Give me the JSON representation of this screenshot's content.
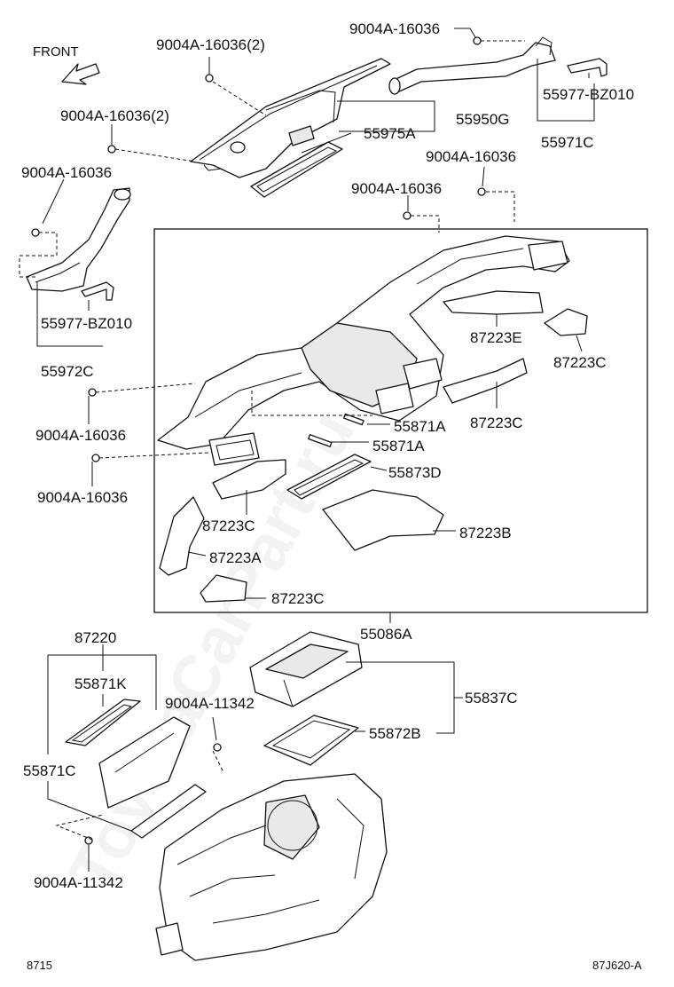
{
  "direction_label": "FRONT",
  "watermark": "ToyotaCarPart.ru",
  "page_code_left": "8715",
  "page_code_right": "87J620-A",
  "callouts": {
    "bolt_a": "9004A-16036",
    "bolt_b": "9004A-16036(2)",
    "bolt_c": "9004A-16036(2)",
    "bolt_d": "9004A-16036",
    "bolt_e": "9004A-16036",
    "bolt_f": "9004A-16036",
    "bolt_g": "9004A-16036",
    "bolt_h": "9004A-16036",
    "bolt_i": "9004A-11342",
    "bolt_j": "9004A-11342",
    "p55977_right": "55977-BZ010",
    "p55977_left": "55977-BZ010",
    "p55950G": "55950G",
    "p55975A": "55975A",
    "p55971C": "55971C",
    "p55972C": "55972C",
    "p87223E": "87223E",
    "p87223C_1": "87223C",
    "p87223C_2": "87223C",
    "p87223C_3": "87223C",
    "p87223C_4": "87223C",
    "p87223B": "87223B",
    "p87223A": "87223A",
    "p55871A_1": "55871A",
    "p55871A_2": "55871A",
    "p55873D": "55873D",
    "p55086A": "55086A",
    "p87220": "87220",
    "p55871K": "55871K",
    "p55871C": "55871C",
    "p55837C": "55837C",
    "p55872B": "55872B"
  }
}
